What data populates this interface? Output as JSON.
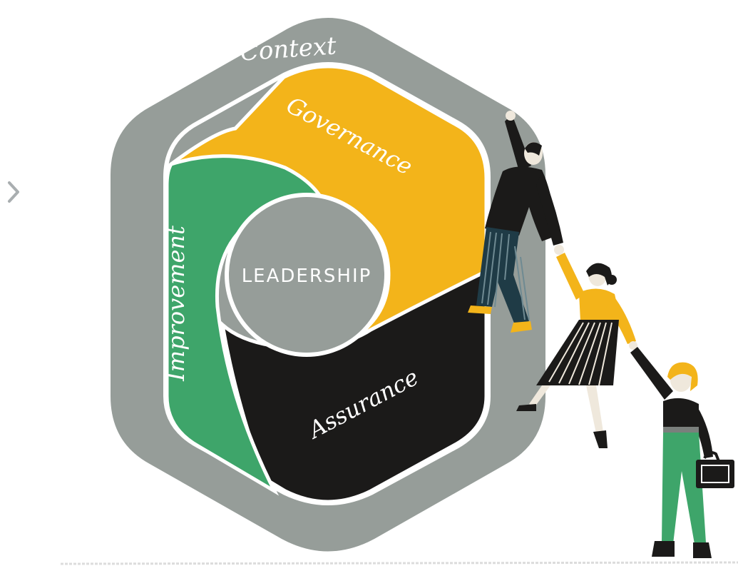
{
  "diagram": {
    "outer_label": "Context",
    "segments": [
      {
        "label": "Governance",
        "color": "#f3b41a"
      },
      {
        "label": "Assurance",
        "color": "#1b1a19"
      },
      {
        "label": "Improvement",
        "color": "#3ea56a"
      }
    ],
    "center_label": "LEADERSHIP",
    "colors": {
      "hexagon": "#969d99",
      "outline": "#ffffff",
      "center": "#969d99"
    }
  },
  "navigation": {
    "next_icon": "chevron-right-icon"
  },
  "illustration": {
    "figures": [
      "man-climbing",
      "woman-skirt",
      "woman-briefcase"
    ]
  }
}
